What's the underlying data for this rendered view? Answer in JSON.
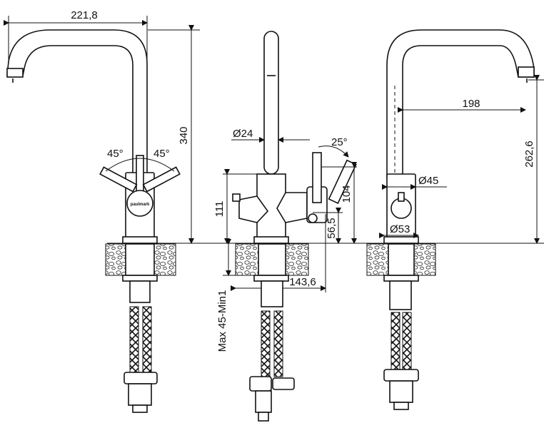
{
  "drawing": {
    "brand_mark": "paulmark",
    "colors": {
      "line": "#111111",
      "background": "#ffffff"
    },
    "dimensions": {
      "spout_reach_front": "221,8",
      "total_height": "340",
      "angle_left": "45°",
      "angle_right": "45°",
      "spout_diameter": "Ø24",
      "side_angle": "25°",
      "height_111": "111",
      "height_104": "104",
      "height_56_5": "56,5",
      "depth_143_6": "143,6",
      "counter_thickness": "Max 45-Min1",
      "spout_reach_back": "198",
      "spout_height": "262,6",
      "body_diameter_45": "Ø45",
      "base_diameter_53": "Ø53"
    }
  }
}
